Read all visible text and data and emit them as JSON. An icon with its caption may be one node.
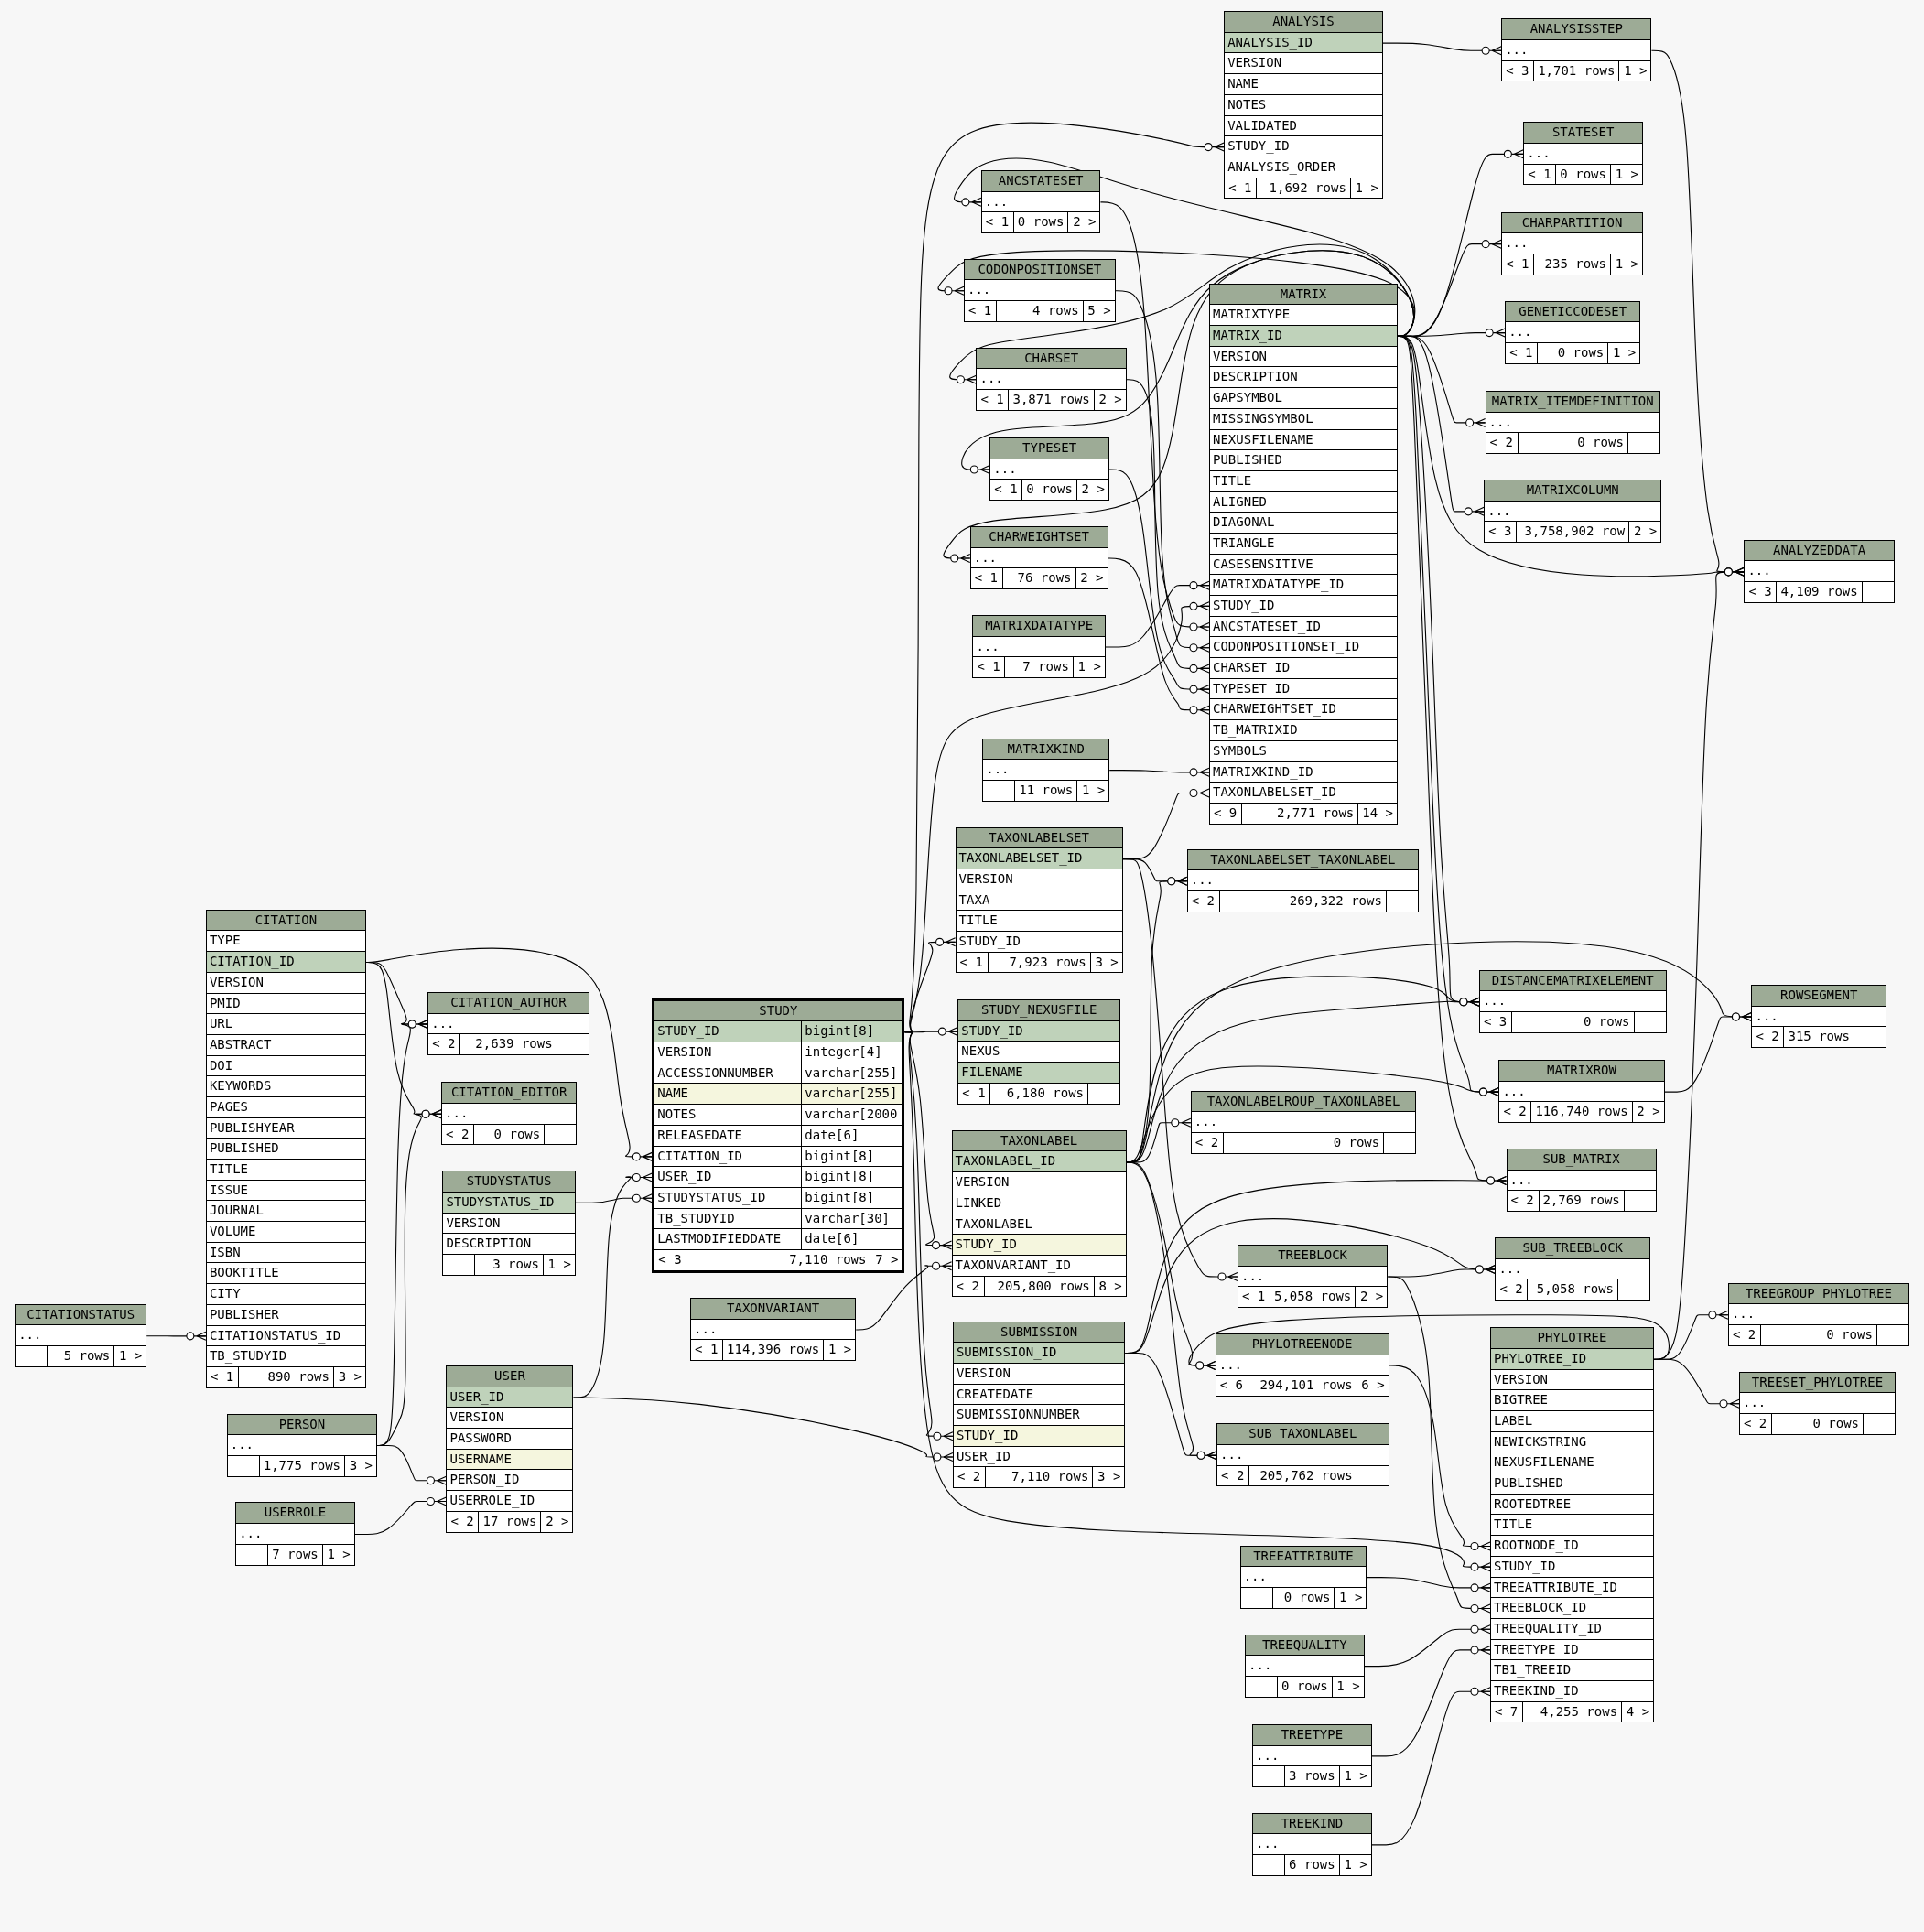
{
  "diagram": {
    "nodes": [
      {
        "text": [
          "ANALYSIS",
          "ANALYSIS_ID",
          "VERSION",
          "NAME",
          "NOTES",
          "VALIDATED",
          "STUDY_ID",
          "ANALYSIS_ORDER",
          "< 1",
          "1,692 rows",
          "1 >"
        ]
      },
      {
        "text": [
          "ANALYSISSTEP",
          "...",
          "< 3",
          "1,701 rows",
          "1 >"
        ]
      },
      {
        "text": [
          "STATESET",
          "...",
          "< 1",
          "0 rows",
          "1 >"
        ]
      },
      {
        "text": [
          "ANCSTATESET",
          "...",
          "< 1",
          "0 rows",
          "2 >"
        ]
      },
      {
        "text": [
          "CHARPARTITION",
          "...",
          "< 1",
          "235 rows",
          "1 >"
        ]
      },
      {
        "text": [
          "CODONPOSITIONSET",
          "...",
          "< 1",
          "4 rows",
          "5 >"
        ]
      },
      {
        "text": [
          "MATRIX",
          "MATRIXTYPE",
          "MATRIX_ID",
          "VERSION",
          "DESCRIPTION",
          "GAPSYMBOL",
          "MISSINGSYMBOL",
          "NEXUSFILENAME",
          "PUBLISHED",
          "TITLE",
          "ALIGNED",
          "DIAGONAL",
          "TRIANGLE",
          "CASESENSITIVE",
          "MATRIXDATATYPE_ID",
          "STUDY_ID",
          "ANCSTATESET_ID",
          "CODONPOSITIONSET_ID",
          "CHARSET_ID",
          "TYPESET_ID",
          "CHARWEIGHTSET_ID",
          "TB_MATRIXID",
          "SYMBOLS",
          "MATRIXKIND_ID",
          "TAXONLABELSET_ID",
          "< 9",
          "2,771 rows",
          "14 >"
        ]
      },
      {
        "text": [
          "GENETICCODESET",
          "...",
          "< 1",
          "0 rows",
          "1 >"
        ]
      },
      {
        "text": [
          "CHARSET",
          "...",
          "< 1",
          "3,871 rows",
          "2 >"
        ]
      },
      {
        "text": [
          "MATRIX_ITEMDEFINITION",
          "...",
          "< 2",
          "0 rows"
        ]
      },
      {
        "text": [
          "TYPESET",
          "...",
          "< 1",
          "0 rows",
          "2 >"
        ]
      },
      {
        "text": [
          "MATRIXCOLUMN",
          "...",
          "< 3",
          "3,758,902 row",
          "2 >"
        ]
      },
      {
        "text": [
          "CHARWEIGHTSET",
          "...",
          "< 1",
          "76 rows",
          "2 >"
        ]
      },
      {
        "text": [
          "ANALYZEDDATA",
          "...",
          "< 3",
          "4,109 rows"
        ]
      },
      {
        "text": [
          "MATRIXDATATYPE",
          "...",
          "< 1",
          "7 rows",
          "1 >"
        ]
      },
      {
        "text": [
          "MATRIXKIND",
          "...",
          "11 rows",
          "1 >"
        ]
      },
      {
        "text": [
          "TAXONLABELSET",
          "TAXONLABELSET_ID",
          "VERSION",
          "TAXA",
          "TITLE",
          "STUDY_ID",
          "< 1",
          "7,923 rows",
          "3 >"
        ]
      },
      {
        "text": [
          "TAXONLABELSET_TAXONLABEL",
          "...",
          "< 2",
          "269,322 rows"
        ]
      },
      {
        "text": [
          "CITATION",
          "TYPE",
          "CITATION_ID",
          "VERSION",
          "PMID",
          "URL",
          "ABSTRACT",
          "DOI",
          "KEYWORDS",
          "PAGES",
          "PUBLISHYEAR",
          "PUBLISHED",
          "TITLE",
          "ISSUE",
          "JOURNAL",
          "VOLUME",
          "ISBN",
          "BOOKTITLE",
          "CITY",
          "PUBLISHER",
          "CITATIONSTATUS_ID",
          "TB_STUDYID",
          "< 1",
          "890 rows",
          "3 >"
        ]
      },
      {
        "text": [
          "DISTANCEMATRIXELEMENT",
          "...",
          "< 3",
          "0 rows"
        ]
      },
      {
        "text": [
          "ROWSEGMENT",
          "...",
          "< 2",
          "315 rows"
        ]
      },
      {
        "text": [
          "CITATION_AUTHOR",
          "...",
          "< 2",
          "2,639 rows"
        ]
      },
      {
        "text": [
          "STUDY",
          "STUDY_ID",
          "bigint[8]",
          "VERSION",
          "integer[4]",
          "ACCESSIONNUMBER",
          "varchar[255]",
          "NAME",
          "varchar[255]",
          "NOTES",
          "varchar[2000",
          "RELEASEDATE",
          "date[6]",
          "CITATION_ID",
          "bigint[8]",
          "USER_ID",
          "bigint[8]",
          "STUDYSTATUS_ID",
          "bigint[8]",
          "TB_STUDYID",
          "varchar[30]",
          "LASTMODIFIEDDATE",
          "date[6]",
          "< 3",
          "7,110 rows",
          "7 >"
        ]
      },
      {
        "text": [
          "STUDY_NEXUSFILE",
          "STUDY_ID",
          "NEXUS",
          "FILENAME",
          "< 1",
          "6,180 rows"
        ]
      },
      {
        "text": [
          "MATRIXROW",
          "...",
          "< 2",
          "116,740 rows",
          "2 >"
        ]
      },
      {
        "text": [
          "CITATION_EDITOR",
          "...",
          "< 2",
          "0 rows"
        ]
      },
      {
        "text": [
          "TAXONLABELROUP_TAXONLABEL",
          "...",
          "< 2",
          "0 rows"
        ]
      },
      {
        "text": [
          "TAXONLABEL",
          "TAXONLABEL_ID",
          "VERSION",
          "LINKED",
          "TAXONLABEL",
          "STUDY_ID",
          "TAXONVARIANT_ID",
          "< 2",
          "205,800 rows",
          "8 >"
        ]
      },
      {
        "text": [
          "SUB_MATRIX",
          "...",
          "< 2",
          "2,769 rows"
        ]
      },
      {
        "text": [
          "STUDYSTATUS",
          "STUDYSTATUS_ID",
          "VERSION",
          "DESCRIPTION",
          "3 rows",
          "1 >"
        ]
      },
      {
        "text": [
          "SUB_TREEBLOCK",
          "...",
          "< 2",
          "5,058 rows"
        ]
      },
      {
        "text": [
          "TREEBLOCK",
          "...",
          "< 1",
          "5,058 rows",
          "2 >"
        ]
      },
      {
        "text": [
          "TREEGROUP_PHYLOTREE",
          "...",
          "< 2",
          "0 rows"
        ]
      },
      {
        "text": [
          "TAXONVARIANT",
          "...",
          "< 1",
          "114,396 rows",
          "1 >"
        ]
      },
      {
        "text": [
          "CITATIONSTATUS",
          "...",
          "5 rows",
          "1 >"
        ]
      },
      {
        "text": [
          "SUBMISSION",
          "SUBMISSION_ID",
          "VERSION",
          "CREATEDATE",
          "SUBMISSIONNUMBER",
          "STUDY_ID",
          "USER_ID",
          "< 2",
          "7,110 rows",
          "3 >"
        ]
      },
      {
        "text": [
          "PHYLOTREE",
          "PHYLOTREE_ID",
          "VERSION",
          "BIGTREE",
          "LABEL",
          "NEWICKSTRING",
          "NEXUSFILENAME",
          "PUBLISHED",
          "ROOTEDTREE",
          "TITLE",
          "ROOTNODE_ID",
          "STUDY_ID",
          "TREEATTRIBUTE_ID",
          "TREEBLOCK_ID",
          "TREEQUALITY_ID",
          "TREETYPE_ID",
          "TB1_TREEID",
          "TREEKIND_ID",
          "< 7",
          "4,255 rows",
          "4 >"
        ]
      },
      {
        "text": [
          "PHYLOTREENODE",
          "...",
          "< 6",
          "294,101 rows",
          "6 >"
        ]
      },
      {
        "text": [
          "USER",
          "USER_ID",
          "VERSION",
          "PASSWORD",
          "USERNAME",
          "PERSON_ID",
          "USERROLE_ID",
          "< 2",
          "17 rows",
          "2 >"
        ]
      },
      {
        "text": [
          "TREESET_PHYLOTREE",
          "...",
          "< 2",
          "0 rows"
        ]
      },
      {
        "text": [
          "PERSON",
          "...",
          "1,775 rows",
          "3 >"
        ]
      },
      {
        "text": [
          "SUB_TAXONLABEL",
          "...",
          "< 2",
          "205,762 rows"
        ]
      },
      {
        "text": [
          "USERROLE",
          "...",
          "7 rows",
          "1 >"
        ]
      },
      {
        "text": [
          "TREEATTRIBUTE",
          "...",
          "0 rows",
          "1 >"
        ]
      },
      {
        "text": [
          "TREEQUALITY",
          "...",
          "0 rows",
          "1 >"
        ]
      },
      {
        "text": [
          "TREETYPE",
          "...",
          "3 rows",
          "1 >"
        ]
      },
      {
        "text": [
          "TREEKIND",
          "...",
          "6 rows",
          "1 >"
        ]
      }
    ],
    "edges": [
      {
        "from": 0,
        "to": 1,
        "arrow": "other"
      },
      {
        "from": 22,
        "to": 0,
        "arrow": "other"
      },
      {
        "from": 1,
        "to": 13,
        "arrow": "other"
      },
      {
        "from": 6,
        "to": 2,
        "arrow": "other"
      },
      {
        "from": 6,
        "to": 3,
        "arrow": "other"
      },
      {
        "from": 6,
        "to": 4,
        "arrow": "other"
      },
      {
        "from": 6,
        "to": 5,
        "arrow": "other"
      },
      {
        "from": 6,
        "to": 7,
        "arrow": "other"
      },
      {
        "from": 6,
        "to": 8,
        "arrow": "other"
      },
      {
        "from": 6,
        "to": 9,
        "arrow": "other"
      },
      {
        "from": 6,
        "to": 10,
        "arrow": "other"
      },
      {
        "from": 6,
        "to": 11,
        "arrow": "other"
      },
      {
        "from": 6,
        "to": 12,
        "arrow": "other"
      },
      {
        "from": 6,
        "to": 13,
        "arrow": "other"
      },
      {
        "from": 6,
        "to": 19,
        "arrow": "other"
      },
      {
        "from": 6,
        "to": 24,
        "arrow": "other"
      },
      {
        "from": 6,
        "to": 28,
        "arrow": "other"
      },
      {
        "from": 14,
        "to": 6,
        "arrow": "other"
      },
      {
        "from": 22,
        "to": 6,
        "arrow": "other"
      },
      {
        "from": 3,
        "to": 6,
        "arrow": "other"
      },
      {
        "from": 5,
        "to": 6,
        "arrow": "other"
      },
      {
        "from": 8,
        "to": 6,
        "arrow": "other"
      },
      {
        "from": 10,
        "to": 6,
        "arrow": "other"
      },
      {
        "from": 12,
        "to": 6,
        "arrow": "other"
      },
      {
        "from": 15,
        "to": 6,
        "arrow": "other"
      },
      {
        "from": 16,
        "to": 6,
        "arrow": "other"
      },
      {
        "from": 16,
        "to": 17,
        "arrow": "other"
      },
      {
        "from": 16,
        "to": 31,
        "arrow": "other"
      },
      {
        "from": 22,
        "to": 16,
        "arrow": "other"
      },
      {
        "from": 18,
        "to": 21,
        "arrow": "other"
      },
      {
        "from": 18,
        "to": 25,
        "arrow": "other"
      },
      {
        "from": 18,
        "to": 22,
        "arrow": "other"
      },
      {
        "from": 34,
        "to": 18,
        "arrow": "other"
      },
      {
        "from": 40,
        "to": 21,
        "arrow": "other"
      },
      {
        "from": 40,
        "to": 25,
        "arrow": "other"
      },
      {
        "from": 40,
        "to": 38,
        "arrow": "other"
      },
      {
        "from": 42,
        "to": 38,
        "arrow": "other"
      },
      {
        "from": 38,
        "to": 22,
        "arrow": "other"
      },
      {
        "from": 29,
        "to": 22,
        "arrow": "other"
      },
      {
        "from": 22,
        "to": 23,
        "arrow": "other"
      },
      {
        "from": 22,
        "to": 27,
        "arrow": "other"
      },
      {
        "from": 33,
        "to": 27,
        "arrow": "other"
      },
      {
        "from": 27,
        "to": 17,
        "arrow": "other"
      },
      {
        "from": 27,
        "to": 26,
        "arrow": "other"
      },
      {
        "from": 27,
        "to": 19,
        "arrow": "other"
      },
      {
        "from": 27,
        "to": 19,
        "arrow": "other"
      },
      {
        "from": 27,
        "to": 20,
        "arrow": "other"
      },
      {
        "from": 27,
        "to": 24,
        "arrow": "other"
      },
      {
        "from": 24,
        "to": 20,
        "arrow": "other"
      },
      {
        "from": 27,
        "to": 37,
        "arrow": "other"
      },
      {
        "from": 27,
        "to": 41,
        "arrow": "other"
      },
      {
        "from": 22,
        "to": 35,
        "arrow": "other"
      },
      {
        "from": 38,
        "to": 35,
        "arrow": "other"
      },
      {
        "from": 35,
        "to": 28,
        "arrow": "other"
      },
      {
        "from": 35,
        "to": 30,
        "arrow": "other"
      },
      {
        "from": 35,
        "to": 41,
        "arrow": "other"
      },
      {
        "from": 31,
        "to": 30,
        "arrow": "other"
      },
      {
        "from": 31,
        "to": 36,
        "arrow": "other"
      },
      {
        "from": 36,
        "to": 32,
        "arrow": "other"
      },
      {
        "from": 36,
        "to": 39,
        "arrow": "other"
      },
      {
        "from": 36,
        "to": 37,
        "arrow": "other"
      },
      {
        "from": 36,
        "to": 13,
        "arrow": "other"
      },
      {
        "from": 37,
        "to": 36,
        "arrow": "other"
      },
      {
        "from": 22,
        "to": 36,
        "arrow": "other"
      },
      {
        "from": 43,
        "to": 36,
        "arrow": "other"
      },
      {
        "from": 44,
        "to": 36,
        "arrow": "other"
      },
      {
        "from": 45,
        "to": 36,
        "arrow": "other"
      },
      {
        "from": 46,
        "to": 36,
        "arrow": "other"
      }
    ]
  }
}
